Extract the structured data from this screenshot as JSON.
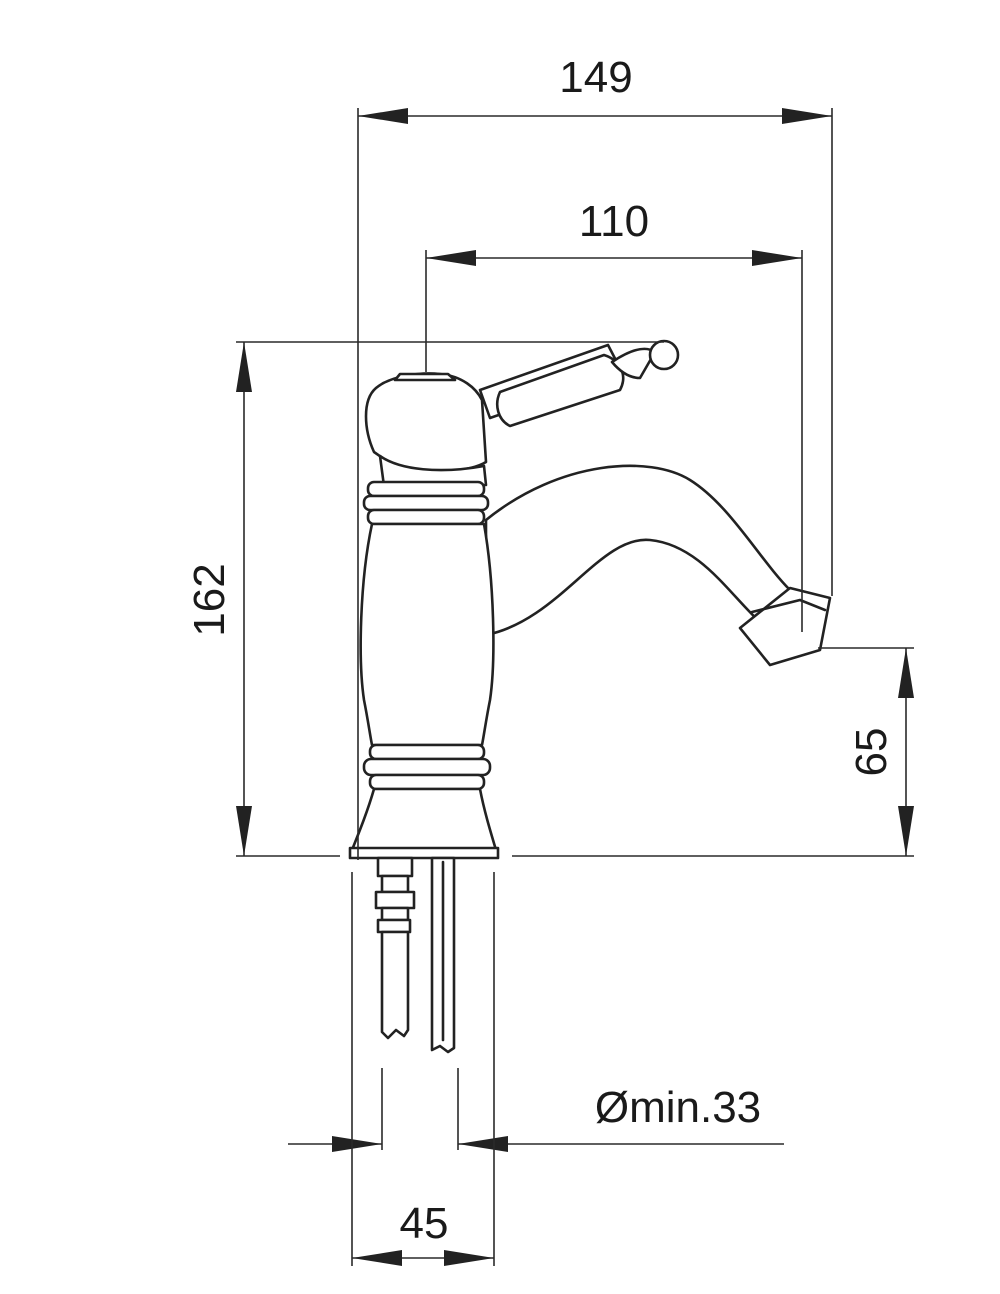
{
  "dimensions": {
    "overall_width": "149",
    "spout_reach": "110",
    "overall_height": "162",
    "spout_height": "65",
    "hole_diameter": "Ømin.33",
    "base_width": "45"
  },
  "colors": {
    "line": "#222222",
    "background": "#ffffff"
  }
}
